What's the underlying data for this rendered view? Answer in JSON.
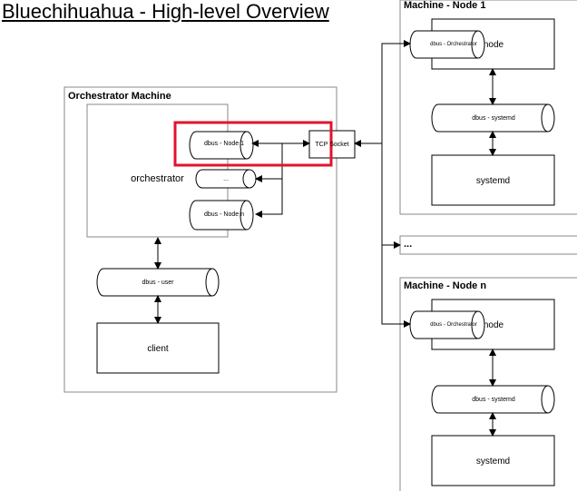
{
  "title": "Bluechihuahua - High-level Overview",
  "orchestrator_machine": {
    "label": "Orchestrator Machine",
    "orchestrator_label": "orchestrator",
    "dbus_node1": "dbus - Node 1",
    "dbus_ellipsis": "...",
    "dbus_noden": "dbus - Node n",
    "tcp_socket": "TCP Socket",
    "dbus_user": "dbus - user",
    "client": "client"
  },
  "machine_node1": {
    "label": "Machine - Node 1",
    "node_label": "node",
    "dbus_orchestrator": "dbus - Orchestrator",
    "dbus_systemd": "dbus - systemd",
    "systemd": "systemd"
  },
  "machine_ellipsis": "...",
  "machine_noden": {
    "label": "Machine - Node n",
    "node_label": "node",
    "dbus_orchestrator": "dbus - Orchestrator",
    "dbus_systemd": "dbus - systemd",
    "systemd": "systemd"
  },
  "colors": {
    "border": "#8a8a8a",
    "line": "#000000",
    "highlight": "#e3132d"
  }
}
